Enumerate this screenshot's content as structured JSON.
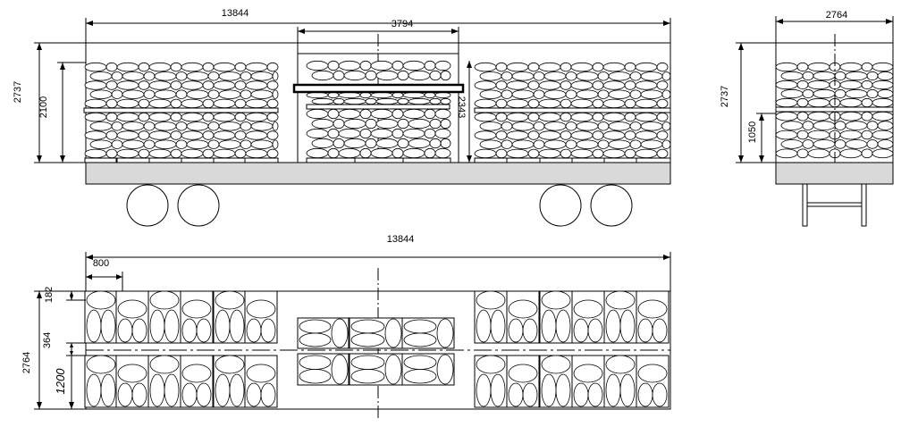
{
  "side_view": {
    "length_label": "13844",
    "central_stack_label": "3794",
    "total_height_label": "2737",
    "stack_height_label": "2100",
    "central_height_label": "2343"
  },
  "end_view": {
    "width_label": "2764",
    "total_height_label": "2737",
    "lower_height_label": "1050"
  },
  "plan_view": {
    "length_label": "13844",
    "pitch_label": "800",
    "edge_gap_label": "182",
    "center_gap_label": "364",
    "width_label": "2764",
    "bundle_width_label": "1200"
  }
}
